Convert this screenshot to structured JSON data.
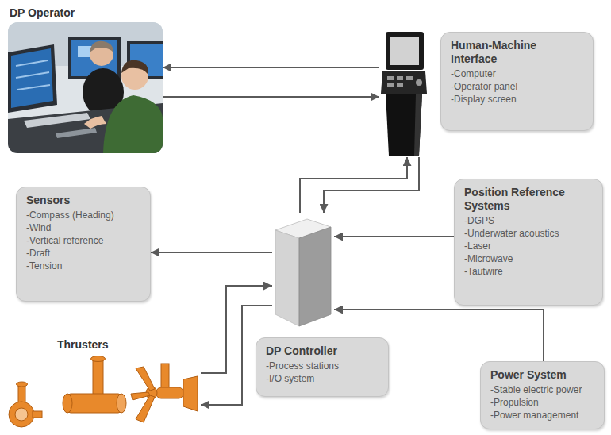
{
  "diagram": {
    "nodes": [
      {
        "text": [
          "DP Operator"
        ]
      },
      {
        "text": [
          "Human-Machine Interface",
          "-Computer",
          "-Operator panel",
          "-Display screen"
        ]
      },
      {
        "text": [
          "Sensors",
          "-Compass (Heading)",
          "-Wind",
          "-Vertical reference",
          "-Draft",
          "-Tension"
        ]
      },
      {
        "text": [
          "Position Reference Systems",
          "-DGPS",
          "-Underwater acoustics",
          "-Laser",
          "-Microwave",
          "-Tautwire"
        ]
      },
      {
        "text": [
          "DP Controller",
          "-Process stations",
          "-I/O system"
        ]
      },
      {
        "text": [
          "Thrusters"
        ]
      },
      {
        "text": [
          "Power System",
          "-Stable electric power",
          "-Propulsion",
          "-Power management"
        ]
      }
    ],
    "edges": [
      {
        "from": 1,
        "to": 0,
        "arrow": "to"
      },
      {
        "from": 0,
        "to": 1,
        "arrow": "to"
      },
      {
        "from": 1,
        "to": 4,
        "arrow": "to"
      },
      {
        "from": 4,
        "to": 1,
        "arrow": "to"
      },
      {
        "from": 4,
        "to": 2,
        "arrow": "to"
      },
      {
        "from": 3,
        "to": 4,
        "arrow": "to"
      },
      {
        "from": 6,
        "to": 4,
        "arrow": "to"
      },
      {
        "from": 5,
        "to": 4,
        "arrow": "to"
      },
      {
        "from": 4,
        "to": 5,
        "arrow": "to"
      }
    ]
  }
}
